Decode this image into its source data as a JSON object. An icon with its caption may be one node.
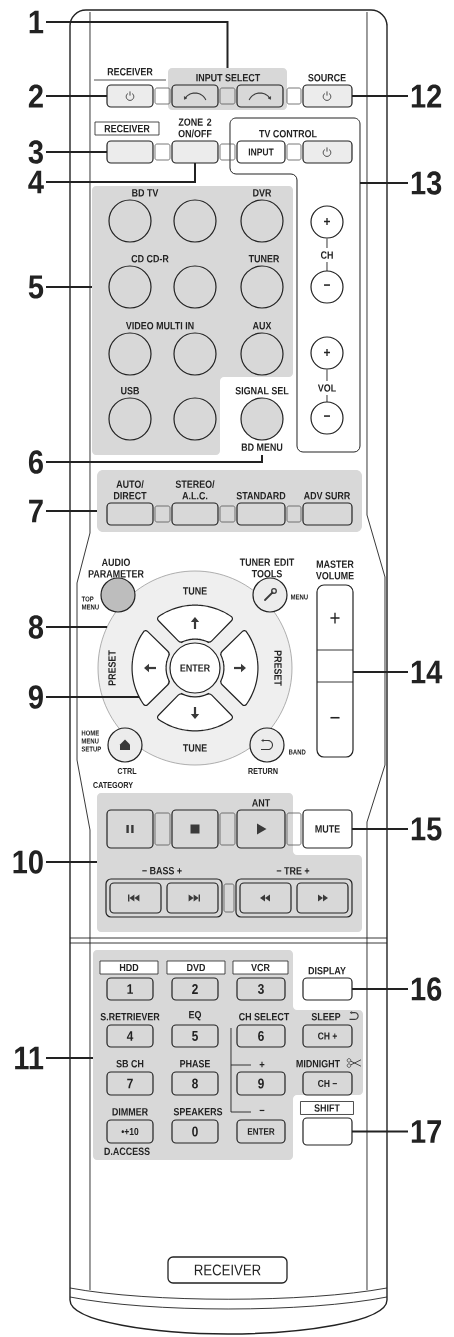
{
  "diagram": {
    "nodes": [
      {
        "text": [
          "1"
        ]
      },
      {
        "text": [
          "2"
        ]
      },
      {
        "text": [
          "RECEIVER"
        ]
      },
      {
        "text": [
          "INPUT SELECT"
        ]
      },
      {
        "text": [],
        "shape": "box",
        "in": 3
      },
      {
        "text": [],
        "shape": "box",
        "in": 3
      },
      {
        "text": [
          "SOURCE"
        ]
      },
      {
        "text": [
          "12"
        ]
      },
      {
        "text": [
          "3"
        ]
      },
      {
        "text": [
          "RECEIVER"
        ]
      },
      {
        "text": [
          "ZONE 2 ON/OFF"
        ]
      },
      {
        "text": [
          "TV CONTROL"
        ]
      },
      {
        "text": [
          "INPUT"
        ],
        "in": 11
      },
      {
        "text": [],
        "shape": "box",
        "in": 11
      },
      {
        "text": [
          "4"
        ]
      },
      {
        "text": [
          "13"
        ]
      },
      {
        "text": [],
        "shape": "box"
      },
      {
        "text": [
          "BD TV"
        ],
        "in": 16
      },
      {
        "text": [],
        "shape": "circle",
        "in": 16
      },
      {
        "text": [
          "DVR"
        ],
        "in": 16
      },
      {
        "text": [
          "+"
        ],
        "in": 11
      },
      {
        "text": [
          "5"
        ]
      },
      {
        "text": [
          "CD CD-R"
        ],
        "in": 16
      },
      {
        "text": [],
        "shape": "circle",
        "in": 16
      },
      {
        "text": [
          "TUNER"
        ],
        "in": 16
      },
      {
        "text": [
          "−"
        ],
        "in": 11
      },
      {
        "text": [
          "VIDEO MULTI IN"
        ],
        "in": 16
      },
      {
        "text": [],
        "shape": "circle",
        "in": 16
      },
      {
        "text": [
          "AUX"
        ],
        "in": 16
      },
      {
        "text": [
          "+"
        ],
        "in": 11
      },
      {
        "text": [
          "USB"
        ],
        "in": 16
      },
      {
        "text": [],
        "shape": "circle",
        "in": 16
      },
      {
        "text": [
          "SIGNAL SEL",
          "BD MENU"
        ]
      },
      {
        "text": [
          "−"
        ],
        "in": 11
      },
      {
        "text": [
          "6"
        ]
      },
      {
        "text": [
          "7"
        ]
      },
      {
        "text": [],
        "shape": "box"
      },
      {
        "text": [
          "AUTO/ DIRECT"
        ],
        "in": 36
      },
      {
        "text": [
          "STEREO/ A.L.C."
        ],
        "in": 36
      },
      {
        "text": [
          "STANDARD"
        ],
        "in": 36
      },
      {
        "text": [
          "ADV SURR"
        ],
        "in": 36
      },
      {
        "text": [
          "AUDIO PARAMETER",
          "TOP MENU"
        ]
      },
      {
        "text": [
          "TUNER EDIT TOOLS",
          "MENU"
        ]
      },
      {
        "text": [
          "MASTER VOLUME",
          "+",
          "−"
        ]
      },
      {
        "text": [],
        "shape": "circle"
      },
      {
        "text": [
          "8"
        ]
      },
      {
        "text": [
          "TUNE"
        ],
        "in": 44
      },
      {
        "text": [
          "PRESET"
        ],
        "in": 44
      },
      {
        "text": [
          "ENTER"
        ],
        "in": 44
      },
      {
        "text": [
          "PRESET"
        ],
        "in": 44
      },
      {
        "text": [
          "14"
        ]
      },
      {
        "text": [
          "9"
        ]
      },
      {
        "text": [
          "TUNE"
        ],
        "in": 44
      },
      {
        "text": [
          "HOME MENU SETUP",
          "CTRL",
          "CATEGORY"
        ]
      },
      {
        "text": [
          "BAND",
          "RETURN"
        ]
      },
      {
        "text": [],
        "shape": "box"
      },
      {
        "text": [],
        "shape": "box",
        "in": 55
      },
      {
        "text": [],
        "shape": "box",
        "in": 55
      },
      {
        "text": [
          "ANT"
        ],
        "in": 55
      },
      {
        "text": [
          "MUTE"
        ]
      },
      {
        "text": [
          "15"
        ]
      },
      {
        "text": [
          "10"
        ]
      },
      {
        "text": [
          "− BASS +"
        ],
        "in": 55
      },
      {
        "text": [],
        "shape": "box",
        "in": 62
      },
      {
        "text": [],
        "shape": "box",
        "in": 62
      },
      {
        "text": [
          "− TRE +"
        ],
        "in": 55
      },
      {
        "text": [],
        "shape": "box",
        "in": 65
      },
      {
        "text": [],
        "shape": "box",
        "in": 65
      },
      {
        "text": [],
        "shape": "box"
      },
      {
        "text": [
          "HDD",
          "1"
        ],
        "in": 68
      },
      {
        "text": [
          "DVD",
          "2"
        ],
        "in": 68
      },
      {
        "text": [
          "VCR",
          "3"
        ],
        "in": 68
      },
      {
        "text": [
          "DISPLAY"
        ]
      },
      {
        "text": [
          "16"
        ]
      },
      {
        "text": [
          "S.RETRIEVER",
          "4"
        ],
        "in": 68
      },
      {
        "text": [
          "EQ",
          "5"
        ],
        "in": 68
      },
      {
        "text": [
          "CH SELECT",
          "6"
        ],
        "in": 68
      },
      {
        "text": [
          "SLEEP",
          "CH +"
        ],
        "in": 68
      },
      {
        "text": [
          "11"
        ]
      },
      {
        "text": [
          "SB CH",
          "7"
        ],
        "in": 68
      },
      {
        "text": [
          "PHASE",
          "8"
        ],
        "in": 68
      },
      {
        "text": [
          "9"
        ],
        "in": 68
      },
      {
        "text": [
          "MIDNIGHT",
          "CH −"
        ],
        "in": 68
      },
      {
        "text": [
          "DIMMER",
          "•+10",
          "D.ACCESS"
        ],
        "in": 68
      },
      {
        "text": [
          "SPEAKERS",
          "0"
        ],
        "in": 68
      },
      {
        "text": [
          "ENTER"
        ],
        "in": 68
      },
      {
        "text": [
          "SHIFT"
        ]
      },
      {
        "text": [
          "17"
        ]
      },
      {
        "text": [
          "RECEIVER"
        ]
      }
    ],
    "edges": [
      {
        "from": 0,
        "to": 3,
        "arrow": "none"
      },
      {
        "from": 1,
        "to": 2,
        "arrow": "none"
      },
      {
        "from": 7,
        "to": 6,
        "arrow": "none"
      },
      {
        "from": 8,
        "to": 9,
        "arrow": "none"
      },
      {
        "from": 14,
        "to": 10,
        "arrow": "none"
      },
      {
        "from": 15,
        "to": 11,
        "arrow": "none"
      },
      {
        "from": 21,
        "to": 16,
        "arrow": "none"
      },
      {
        "from": 34,
        "to": 32,
        "arrow": "none"
      },
      {
        "from": 35,
        "to": 36,
        "arrow": "none"
      },
      {
        "from": 45,
        "to": 44,
        "arrow": "none"
      },
      {
        "from": 50,
        "to": 43,
        "arrow": "none"
      },
      {
        "from": 51,
        "to": 47,
        "arrow": "none"
      },
      {
        "from": 60,
        "to": 59,
        "arrow": "none"
      },
      {
        "from": 61,
        "to": 55,
        "arrow": "none"
      },
      {
        "from": 73,
        "to": 72,
        "arrow": "none"
      },
      {
        "from": 78,
        "to": 68,
        "arrow": "none"
      },
      {
        "from": 87,
        "to": 86,
        "arrow": "none"
      }
    ],
    "labels": [
      "CH",
      "VOL",
      "+",
      "−"
    ]
  }
}
